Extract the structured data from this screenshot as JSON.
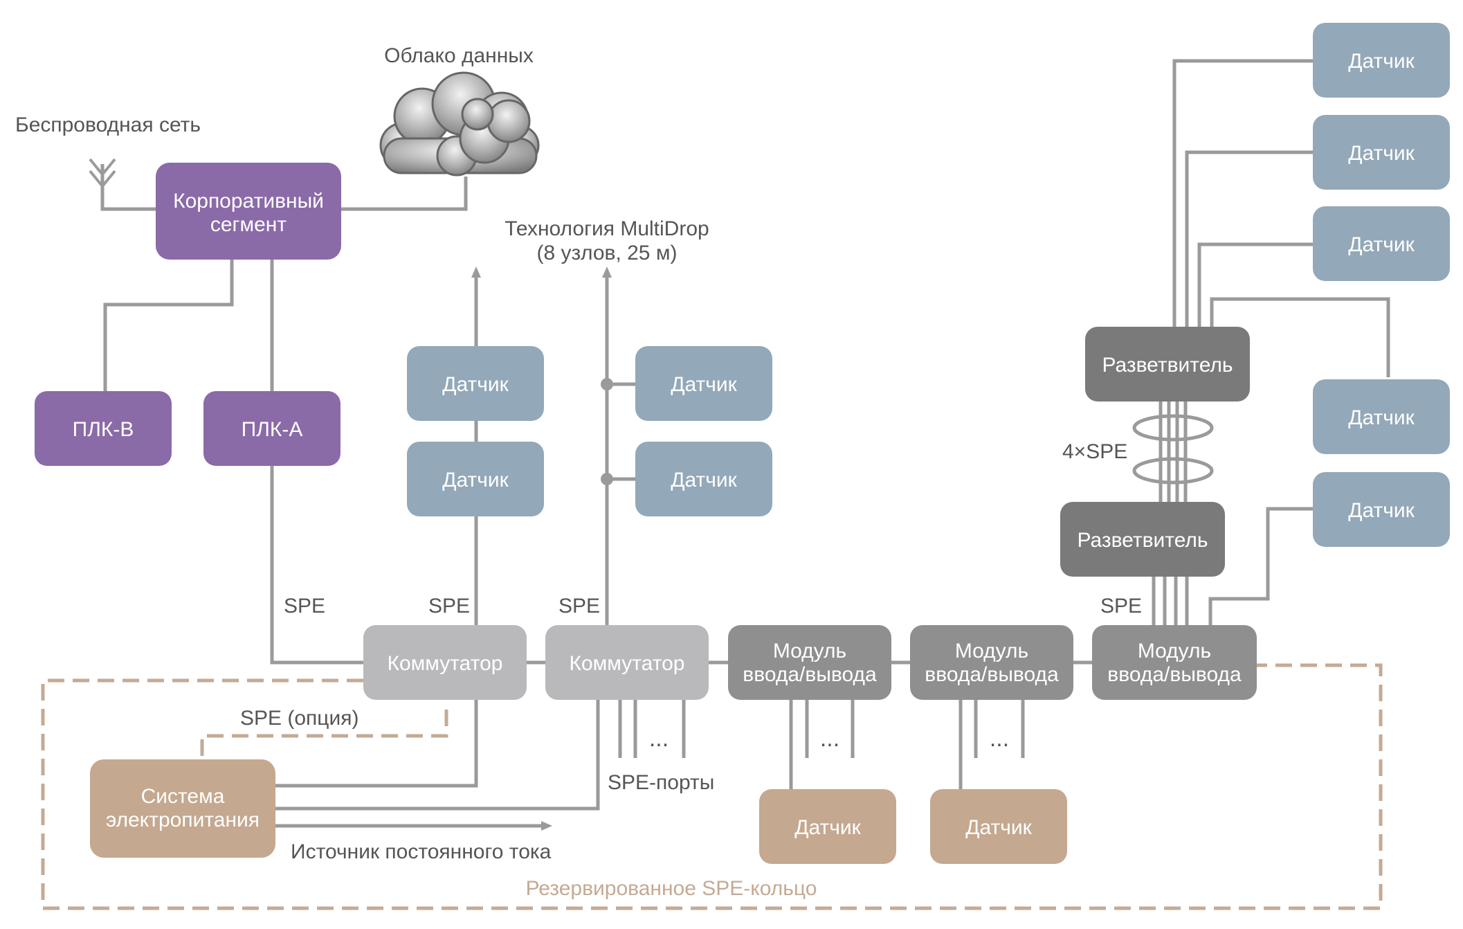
{
  "labels": {
    "cloud": "Облако данных",
    "wireless": "Беспроводная сеть",
    "multidrop_line1": "Технология MultiDrop",
    "multidrop_line2": "(8 узлов, 25 м)",
    "spe": "SPE",
    "spe_option": "SPE (опция)",
    "spe_ports": "SPE-порты",
    "spe_4x": "4×SPE",
    "dc_source": "Источник постоянного тока",
    "ring": "Резервированное SPE-кольцо",
    "dots": "..."
  },
  "nodes": {
    "corporate_line1": "Корпоративный",
    "corporate_line2": "сегмент",
    "plc_b": "ПЛК-В",
    "plc_a": "ПЛК-А",
    "sensor": "Датчик",
    "splitter": "Разветвитель",
    "switch": "Коммутатор",
    "io_line1": "Модуль",
    "io_line2": "ввода/вывода",
    "power_line1": "Система",
    "power_line2": "электропитания"
  },
  "colors": {
    "purple": "#8b6aa8",
    "sensor_blue": "#93a8b8",
    "switch_light": "#b9b9bb",
    "io_gray": "#8f8f8f",
    "splitter_dark": "#7a7a7a",
    "brown": "#c4a88f",
    "ring_dashed": "#c4aa94",
    "line_gray": "#9a9a9a",
    "text_gray": "#555555"
  }
}
